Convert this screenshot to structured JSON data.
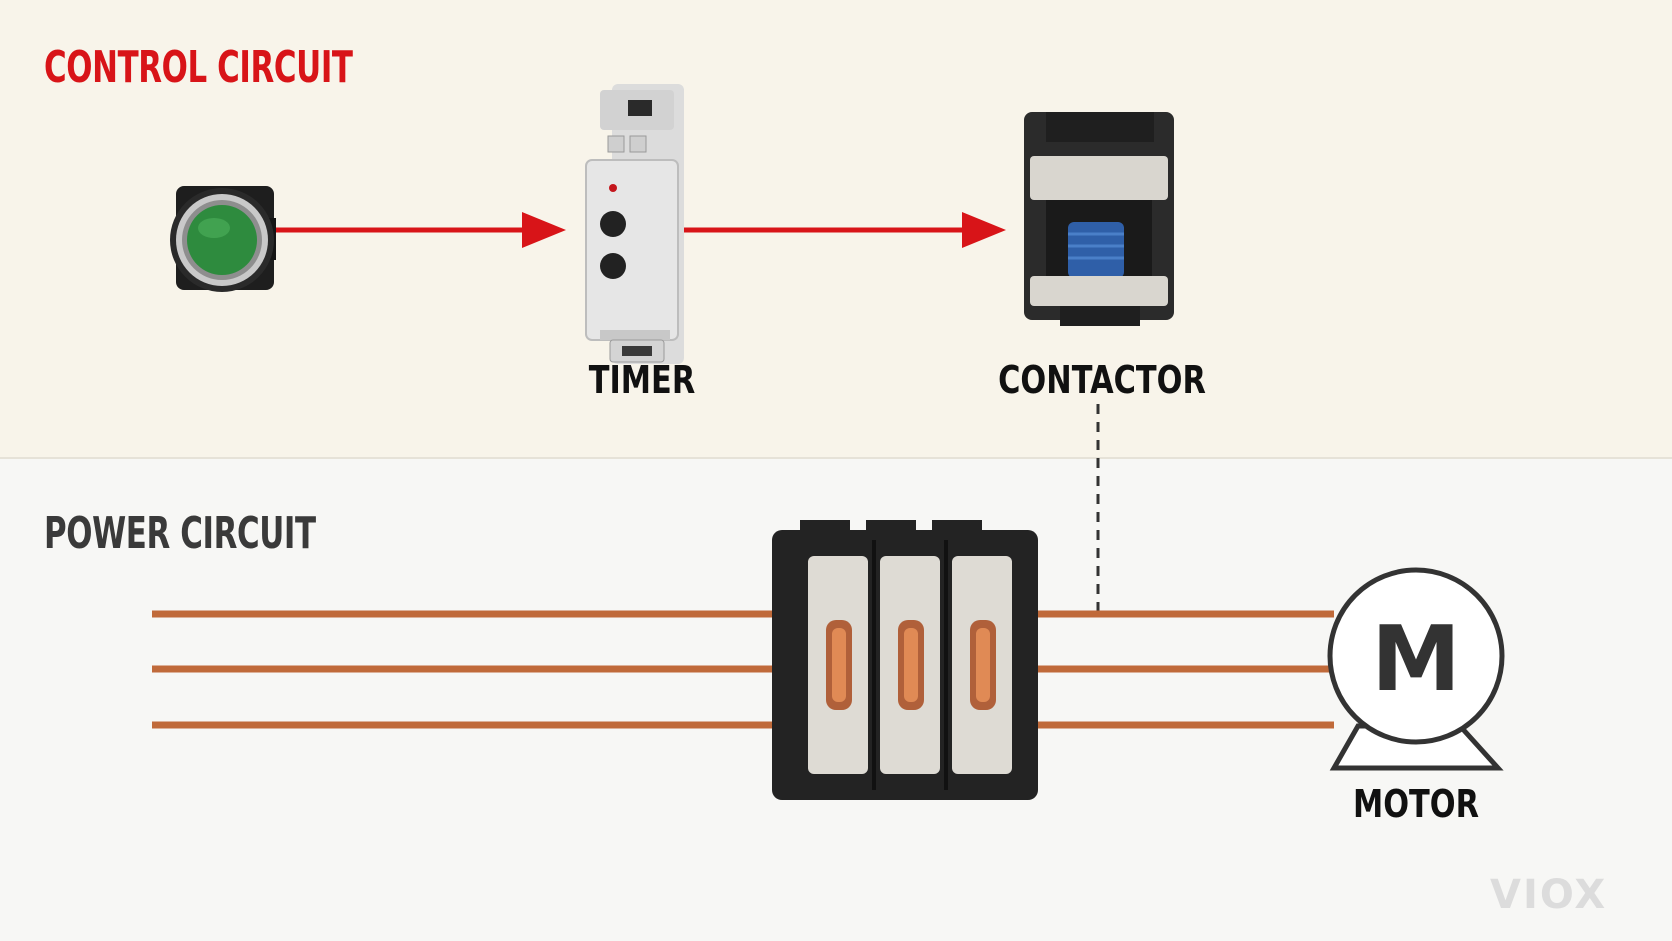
{
  "sections": {
    "control": {
      "title": "CONTROL CIRCUIT"
    },
    "power": {
      "title": "POWER CIRCUIT"
    }
  },
  "components": {
    "timer": {
      "label": "TIMER"
    },
    "contactor": {
      "label": "CONTACTOR"
    },
    "motor": {
      "label": "MOTOR",
      "symbol": "M"
    }
  },
  "brand": "VIOX",
  "colors": {
    "control_bg": "#f8f4ea",
    "power_bg": "#f7f7f5",
    "accent_red": "#d81418",
    "power_title": "#3a3a3a",
    "copper": "#c06a3a",
    "push_button_green": "#2e8b3e"
  }
}
